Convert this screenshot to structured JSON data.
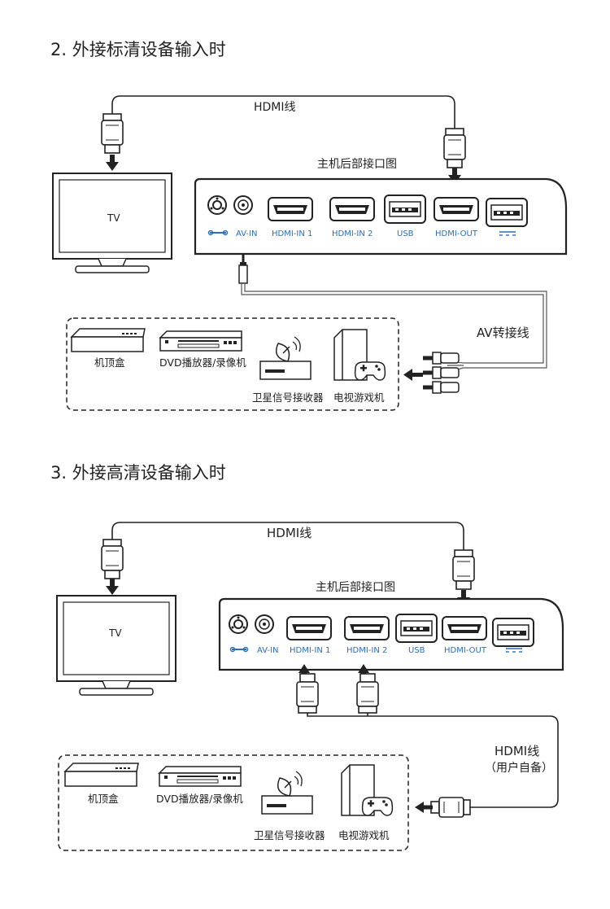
{
  "section2": {
    "title": "2. 外接标清设备输入时",
    "hdmi_cable_label": "HDMI线",
    "panel_label": "主机后部接口图",
    "tv_label": "TV",
    "av_cable_label": "AV转接线",
    "ports": [
      "AV-IN",
      "HDMI-IN 1",
      "HDMI-IN 2",
      "USB",
      "HDMI-OUT"
    ],
    "devices": [
      "机顶盒",
      "DVD播放器/录像机",
      "卫星信号接收器",
      "电视游戏机"
    ]
  },
  "section3": {
    "title": "3. 外接高清设备输入时",
    "hdmi_cable_label": "HDMI线",
    "panel_label": "主机后部接口图",
    "tv_label": "TV",
    "hdmi_cable2_label": "HDMI线",
    "hdmi_cable2_note": "（用户自备）",
    "ports": [
      "AV-IN",
      "HDMI-IN 1",
      "HDMI-IN 2",
      "USB",
      "HDMI-OUT"
    ],
    "devices": [
      "机顶盒",
      "DVD播放器/录像机",
      "卫星信号接收器",
      "电视游戏机"
    ]
  },
  "colors": {
    "port_label": "#2c6fb5",
    "line": "#222222"
  }
}
